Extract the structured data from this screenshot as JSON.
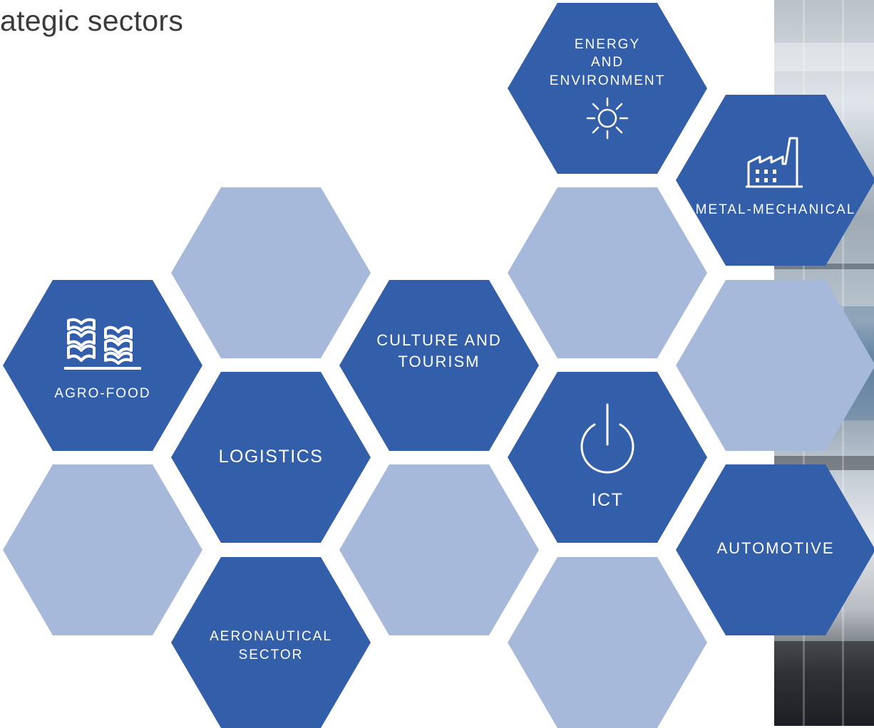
{
  "title": "ategic sectors",
  "sectors": {
    "energy": {
      "label": "ENERGY\nAND\nENVIRONMENT",
      "icon": "sun-icon"
    },
    "metal": {
      "label": "METAL-MECHANICAL",
      "icon": "factory-icon"
    },
    "agro": {
      "label": "AGRO-FOOD",
      "icon": "wheat-icon"
    },
    "culture": {
      "label": "CULTURE AND\nTOURISM"
    },
    "logistics": {
      "label": "LOGISTICS"
    },
    "ict": {
      "label": "ICT",
      "icon": "power-icon"
    },
    "automotive": {
      "label": "AUTOMOTIVE"
    },
    "aeronautical": {
      "label": "AERONAUTICAL\nSECTOR"
    }
  },
  "colors": {
    "dark_hex": "#335ea9",
    "light_hex": "#a7b9da",
    "title": "#3a3a3a"
  }
}
